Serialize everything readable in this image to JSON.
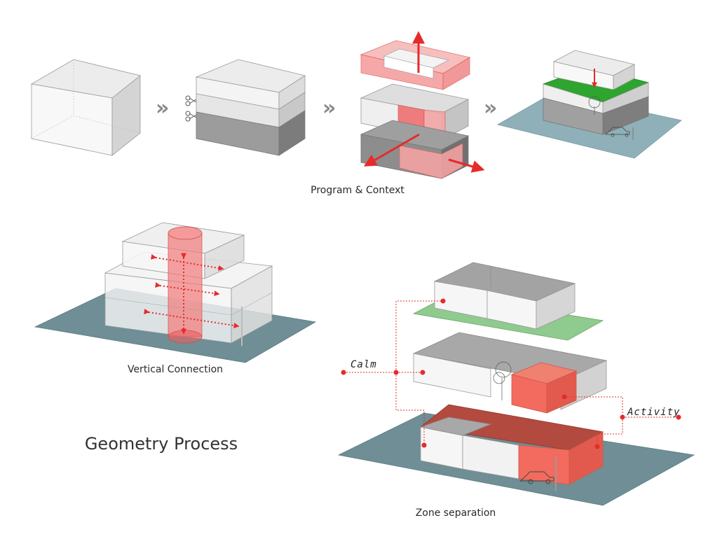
{
  "diagram": {
    "title": "Geometry Process",
    "captions": {
      "program_context": "Program & Context",
      "vertical_connection": "Vertical Connection",
      "zone_separation": "Zone separation"
    },
    "zone_labels": {
      "calm": "Calm",
      "activity": "Activity"
    },
    "step_arrow": "»",
    "colors": {
      "ground": "#6f8e95",
      "ground_light": "#8fb0b8",
      "box_top": "#e6e6e6",
      "box_front": "#f7f7f7",
      "box_side": "#d2d2d2",
      "dark_top": "#9a9a9a",
      "dark_front": "#888888",
      "dark_side": "#6f6f6f",
      "highlight": "#f26d6d",
      "highlight_dark": "#c9453e",
      "green": "#2ea52e",
      "green_light": "#a9d7a9",
      "arrow_red": "#e52b2b",
      "arrow_gray": "#8a8a8a"
    }
  }
}
